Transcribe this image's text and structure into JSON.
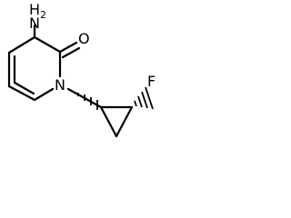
{
  "molecule": {
    "atoms": {
      "amine_H": "H",
      "amine_sub": "2",
      "amine_N": "N",
      "carbonyl_O": "O",
      "ring_N": "N",
      "fluorine": "F"
    }
  }
}
